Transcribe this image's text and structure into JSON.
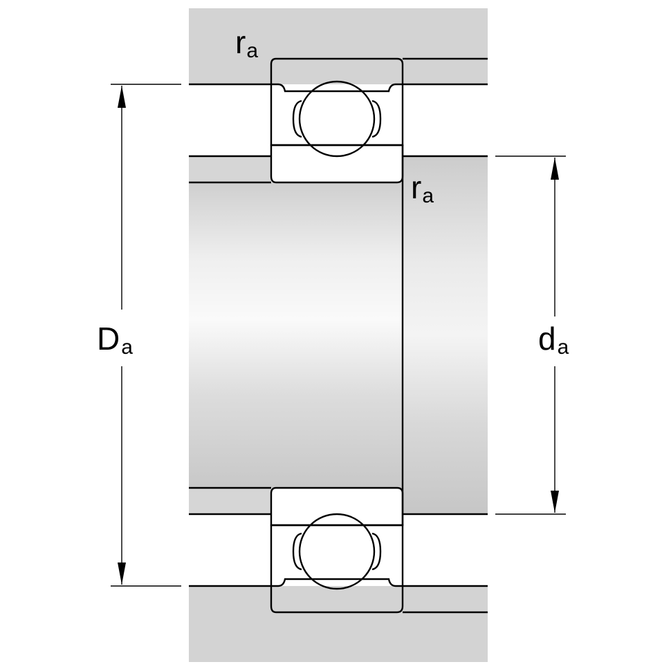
{
  "labels": {
    "outer_diameter": {
      "main": "D",
      "sub": "a"
    },
    "inner_diameter": {
      "main": "d",
      "sub": "a"
    },
    "fillet_top": {
      "main": "r",
      "sub": "a"
    },
    "fillet_bottom": {
      "main": "r",
      "sub": "a"
    }
  },
  "colors": {
    "housing": "#d3d3d3",
    "shaft_light": "#f5f5f5",
    "shaft_dark": "#cdcdcd",
    "bearing": "#ffffff",
    "line": "#000000"
  }
}
